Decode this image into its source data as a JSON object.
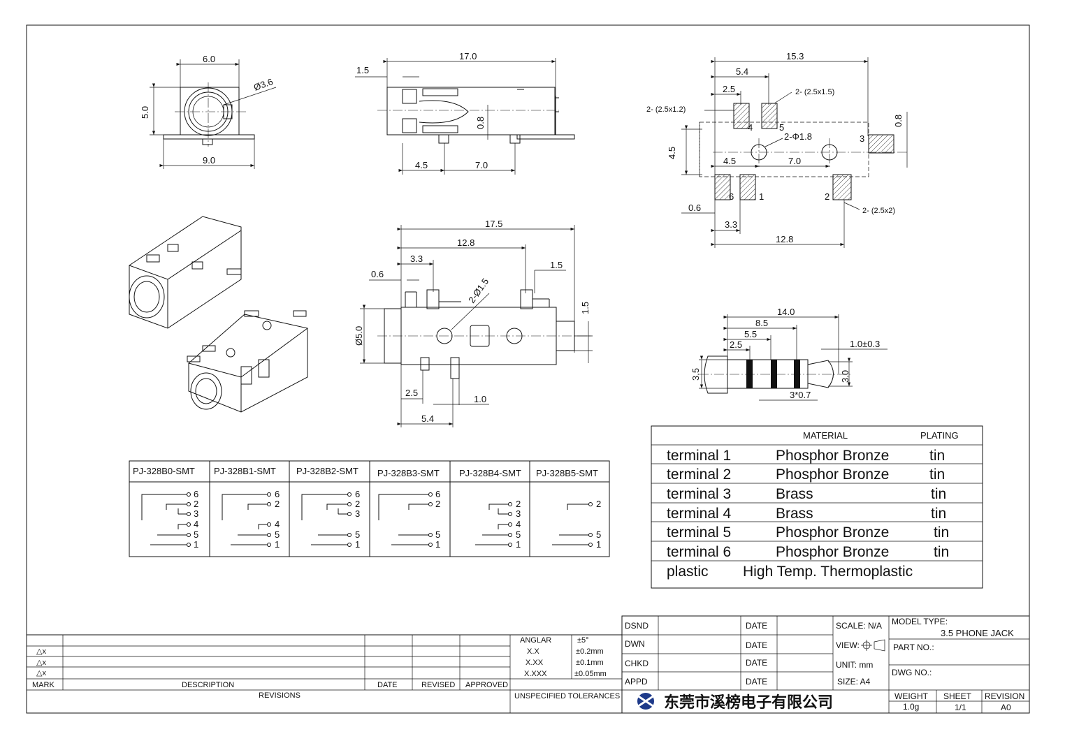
{
  "views": {
    "front": {
      "width": "6.0",
      "height": "5.0",
      "diameter": "Ø3.6",
      "base": "9.0"
    },
    "side": {
      "length": "17.0",
      "offset": "1.5",
      "pin_a": "4.5",
      "pin_b": "7.0",
      "thick": "0.8"
    },
    "pcb": {
      "total": "15.3",
      "d1": "5.4",
      "d2": "2.5",
      "pad_label_a": "2- (2.5x1.5)",
      "pad_label_b": "2- (2.5x1.2)",
      "pad_label_c": "2- (2.5x2)",
      "hole": "2-Φ1.8",
      "d3": "4.5",
      "d4": "7.0",
      "height": "4.5",
      "thick": "0.8",
      "d5": "0.6",
      "d6": "3.3",
      "d7": "12.8",
      "pins": [
        "4",
        "5",
        "3",
        "6",
        "1",
        "2"
      ]
    },
    "top": {
      "total": "17.5",
      "d1": "12.8",
      "d2": "3.3",
      "d3": "1.5",
      "d4": "0.6",
      "hole": "2-Ø1.5",
      "dia": "Ø5.0",
      "d5": "1.5",
      "d6": "2.5",
      "d7": "1.0",
      "d8": "5.4"
    },
    "plug": {
      "total": "14.0",
      "d1": "8.5",
      "d2": "5.5",
      "d3": "2.5",
      "d4": "1.0±0.3",
      "dia_a": "3.5",
      "dia_b": "3.0",
      "rings": "3*0.7"
    }
  },
  "schematics": [
    {
      "name": "PJ-328B0-SMT",
      "pins": [
        "6",
        "2",
        "3",
        "4",
        "5",
        "1"
      ]
    },
    {
      "name": "PJ-328B1-SMT",
      "pins": [
        "6",
        "2",
        "4",
        "5",
        "1"
      ]
    },
    {
      "name": "PJ-328B2-SMT",
      "pins": [
        "6",
        "2",
        "3",
        "5",
        "1"
      ]
    },
    {
      "name": "PJ-328B3-SMT",
      "pins": [
        "6",
        "2",
        "5",
        "1"
      ]
    },
    {
      "name": "PJ-328B4-SMT",
      "pins": [
        "2",
        "3",
        "4",
        "5",
        "1"
      ]
    },
    {
      "name": "PJ-328B5-SMT",
      "pins": [
        "2",
        "5",
        "1"
      ]
    }
  ],
  "materials": {
    "headers": {
      "material": "MATERIAL",
      "plating": "PLATING"
    },
    "rows": [
      {
        "part": "terminal 1",
        "material": "Phosphor Bronze",
        "plating": "tin"
      },
      {
        "part": "terminal 2",
        "material": "Phosphor Bronze",
        "plating": "tin"
      },
      {
        "part": "terminal 3",
        "material": "Brass",
        "plating": "tin"
      },
      {
        "part": "terminal 4",
        "material": "Brass",
        "plating": "tin"
      },
      {
        "part": "terminal 5",
        "material": "Phosphor Bronze",
        "plating": "tin"
      },
      {
        "part": "terminal 6",
        "material": "Phosphor Bronze",
        "plating": "tin"
      }
    ],
    "plastic": {
      "part": "plastic",
      "material": "High Temp. Thermoplastic"
    }
  },
  "revisions": {
    "marks": [
      "△x",
      "△x",
      "△x"
    ],
    "headers": {
      "mark": "MARK",
      "description": "DESCRIPTION",
      "date": "DATE",
      "revised": "REVISED",
      "approved": "APPROVED",
      "revisions": "REVISIONS"
    }
  },
  "tolerances": {
    "rows": [
      {
        "label": "ANGLAR",
        "value": "±5°"
      },
      {
        "label": "X.X",
        "value": "±0.2mm"
      },
      {
        "label": "X.XX",
        "value": "±0.1mm"
      },
      {
        "label": "X.XXX",
        "value": "±0.05mm"
      }
    ],
    "title": "UNSPECIFIED TOLERANCES"
  },
  "title_block": {
    "roles": [
      "DSND",
      "DWN",
      "CHKD",
      "APPD"
    ],
    "date": "DATE",
    "scale": "SCALE: N/A",
    "view": "VIEW:",
    "unit": "UNIT: mm",
    "size": "SIZE: A4",
    "model_type_label": "MODEL TYPE:",
    "model_type": "3.5 PHONE JACK",
    "part_no": "PART NO.:",
    "dwg_no": "DWG NO.:",
    "company": "东莞市溪榜电子有限公司",
    "weight_label": "WEIGHT",
    "weight": "1.0g",
    "sheet_label": "SHEET",
    "sheet": "1/1",
    "revision_label": "REVISION",
    "revision": "A0"
  }
}
